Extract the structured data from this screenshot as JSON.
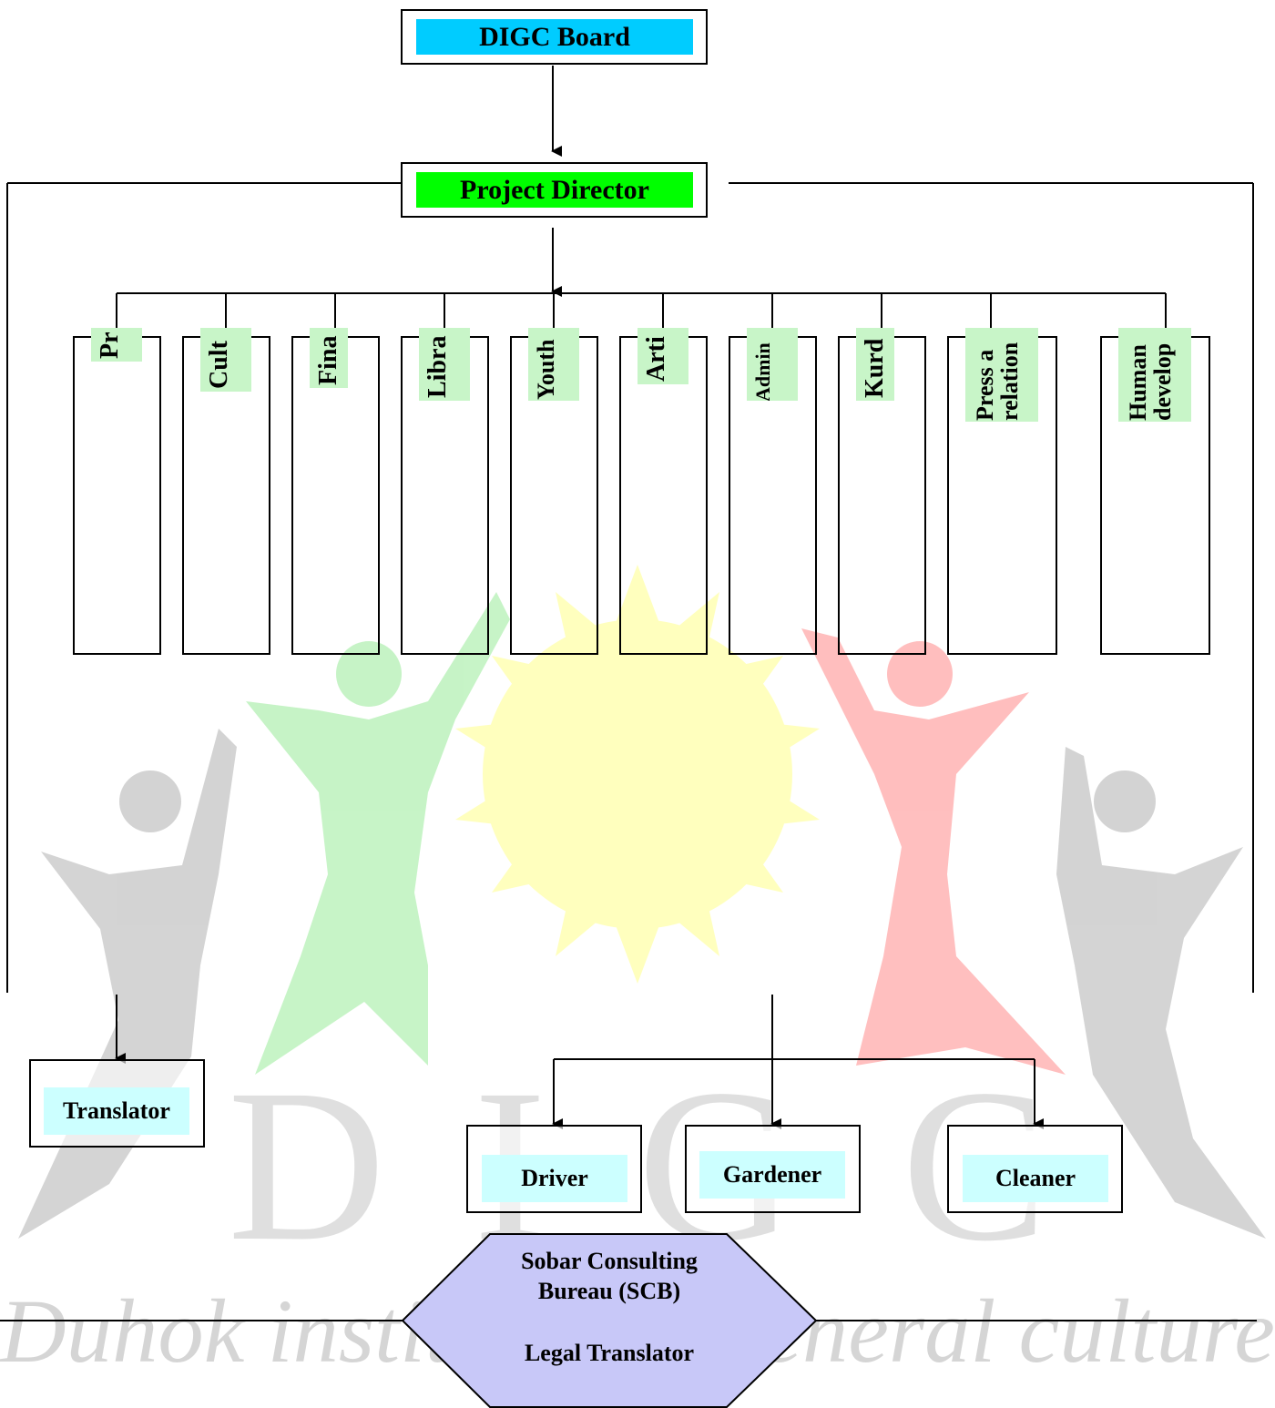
{
  "board": {
    "label": "DIGC Board",
    "color": "#00ccff"
  },
  "director": {
    "label": "Project Director",
    "color": "#00ff00"
  },
  "departments": [
    {
      "label": "Pr"
    },
    {
      "label": "Cult"
    },
    {
      "label": "Fina"
    },
    {
      "label": "Libra"
    },
    {
      "label": "Youth"
    },
    {
      "label": "Arti"
    },
    {
      "label": "Admin"
    },
    {
      "label": "Kurd"
    },
    {
      "label": "Press a\nrelation"
    },
    {
      "label": "Human\ndevelop"
    }
  ],
  "staff": {
    "translator": "Translator",
    "driver": "Driver",
    "gardener": "Gardener",
    "cleaner": "Cleaner"
  },
  "consultant": {
    "name_line1": "Sobar Consulting",
    "name_line2": "Bureau (SCB)",
    "role": "Legal Translator",
    "color": "#c8c8f8"
  },
  "watermark": {
    "letters": [
      "D",
      "I",
      "G",
      "C"
    ],
    "institute": "Duhok institute for general culture"
  },
  "colors": {
    "department_tag": "#c8f5c8",
    "staff_tag": "#ccffff"
  }
}
